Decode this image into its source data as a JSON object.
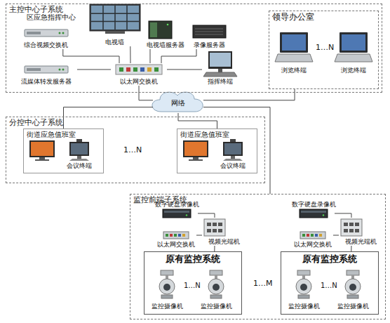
{
  "diagram": {
    "nodes": [
      {
        "text": [
          "主控中心子系统"
        ]
      },
      {
        "text": [
          "电视墙"
        ],
        "in": 0
      },
      {
        "text": [
          "电视墙服务器"
        ],
        "in": 0
      },
      {
        "text": [
          "录像服务器"
        ],
        "in": 0
      },
      {
        "text": [
          "综合视频交换机"
        ],
        "in": 0
      },
      {
        "text": [
          "流媒体转发服务器"
        ],
        "in": 0
      },
      {
        "text": [
          "以太网交换机"
        ],
        "in": 0
      },
      {
        "text": [
          "指挥终端"
        ],
        "in": 0
      },
      {
        "text": [
          "领导办公室"
        ],
        "in": 0
      },
      {
        "text": [
          "浏览终端"
        ],
        "in": 8
      },
      {
        "text": [
          "浏览终端"
        ],
        "in": 8
      },
      {
        "text": [
          "网络"
        ]
      },
      {
        "text": [
          "分控中心子系统"
        ]
      },
      {
        "text": [
          "街道应急值班室"
        ],
        "in": 12
      },
      {
        "text": [
          "会议终端"
        ],
        "in": 13
      },
      {
        "text": [
          "街道应急值班室"
        ],
        "in": 12
      },
      {
        "text": [
          "会议终端"
        ],
        "in": 15
      },
      {
        "text": [
          "监控前端子系统"
        ]
      },
      {
        "text": [
          "数字硬盘录像机"
        ],
        "in": 17
      },
      {
        "text": [
          "以太网交换机"
        ],
        "in": 17
      },
      {
        "text": [
          "视频光端机"
        ],
        "in": 17
      },
      {
        "text": [
          "原有监控系统"
        ],
        "in": 17
      },
      {
        "text": [
          "监控摄像机"
        ],
        "in": 21
      },
      {
        "text": [
          "监控摄像机"
        ],
        "in": 21
      },
      {
        "text": [
          "数字硬盘录像机"
        ],
        "in": 17
      },
      {
        "text": [
          "以太网交换机"
        ],
        "in": 17
      },
      {
        "text": [
          "视频光端机"
        ],
        "in": 17
      },
      {
        "text": [
          "原有监控系统"
        ],
        "in": 17
      },
      {
        "text": [
          "监控摄像机"
        ],
        "in": 27
      },
      {
        "text": [
          "监控摄像机"
        ],
        "in": 27
      }
    ],
    "edges": [
      {
        "from": 4,
        "to": 6,
        "arrow": "none"
      },
      {
        "from": 5,
        "to": 6,
        "arrow": "none"
      },
      {
        "from": 1,
        "to": 6,
        "arrow": "none"
      },
      {
        "from": 2,
        "to": 6,
        "arrow": "none"
      },
      {
        "from": 3,
        "to": 6,
        "arrow": "none"
      },
      {
        "from": 6,
        "to": 7,
        "arrow": "none"
      },
      {
        "from": 6,
        "to": 11,
        "arrow": "none"
      },
      {
        "from": 8,
        "to": 11,
        "arrow": "none"
      },
      {
        "from": 11,
        "to": 13,
        "arrow": "none"
      },
      {
        "from": 11,
        "to": 15,
        "arrow": "none"
      },
      {
        "from": 11,
        "to": 17,
        "arrow": "none"
      },
      {
        "from": 18,
        "to": 20,
        "arrow": "none"
      },
      {
        "from": 19,
        "to": 20,
        "arrow": "none"
      },
      {
        "from": 20,
        "to": 21,
        "arrow": "none"
      },
      {
        "from": 24,
        "to": 26,
        "arrow": "none"
      },
      {
        "from": 25,
        "to": 26,
        "arrow": "none"
      },
      {
        "from": 26,
        "to": 27,
        "arrow": "none"
      }
    ],
    "labels": [
      "区应急指挥中心",
      "1…N",
      "1…N",
      "1…N",
      "1…M",
      "1…N"
    ]
  }
}
